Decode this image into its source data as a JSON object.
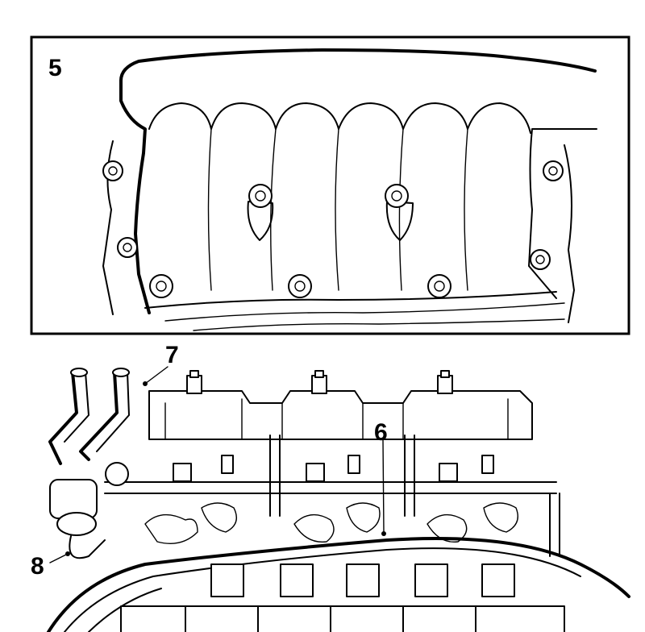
{
  "callouts": {
    "label_5": "5",
    "label_6": "6",
    "label_7": "7",
    "label_8": "8"
  },
  "style": {
    "ink": "#000000",
    "paper": "#ffffff"
  }
}
